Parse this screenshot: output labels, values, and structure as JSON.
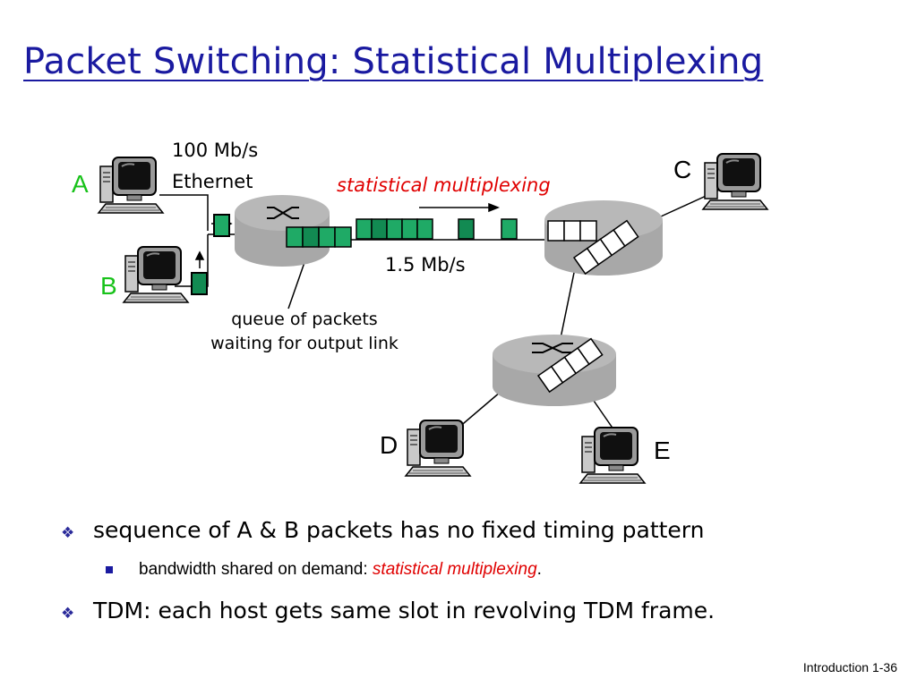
{
  "slide": {
    "title": "Packet Switching: Statistical Multiplexing",
    "footer": "Introduction 1-36"
  },
  "diagram": {
    "hosts": {
      "a": "A",
      "b": "B",
      "c": "C",
      "d": "D",
      "e": "E"
    },
    "ethernet_label_line1": "100 Mb/s",
    "ethernet_label_line2": "Ethernet",
    "stat_mux_label": "statistical multiplexing",
    "link_rate_label": "1.5 Mb/s",
    "queue_note": "queue of packets waiting for output link",
    "colors": {
      "host_label_green": "#18c21a",
      "packet_green": "#1faa66",
      "router_gray": "#a8a8a8",
      "accent_red": "#e00000",
      "title_blue": "#1a1aa0"
    }
  },
  "bullets": {
    "item1": "sequence of A & B packets has no fixed timing pattern",
    "sub1_prefix": "bandwidth shared on demand: ",
    "sub1_emph": "statistical multiplexing",
    "sub1_suffix": ".",
    "item2": "TDM: each host gets same slot in revolving TDM frame."
  }
}
